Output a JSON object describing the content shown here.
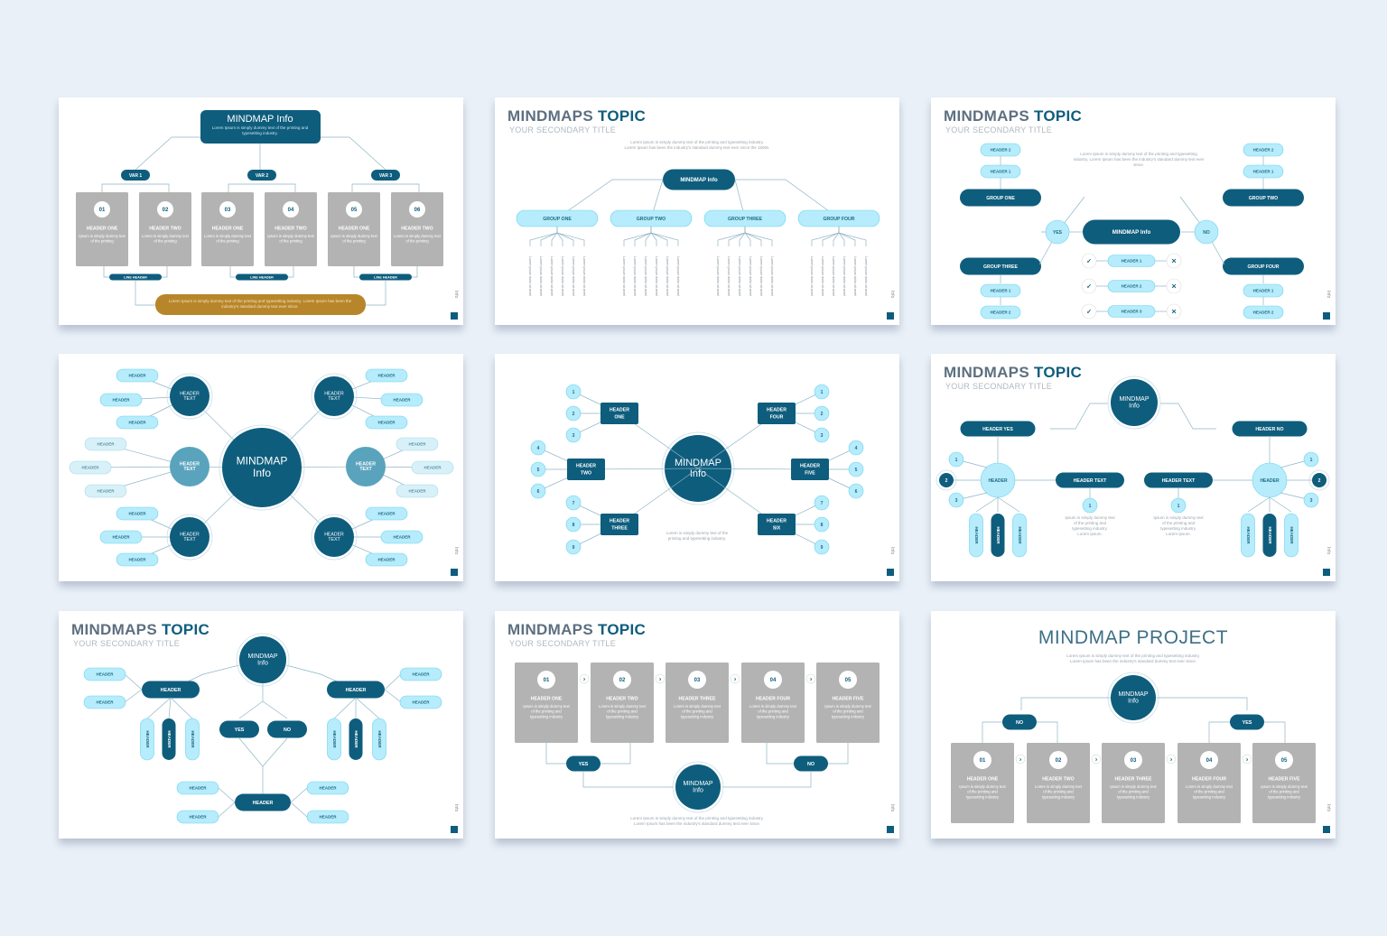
{
  "colors": {
    "dark": "#0e5d7d",
    "light": "#b6ecfb",
    "light_stroke": "#6cd3ef",
    "gray": "#b3b3b3",
    "gold": "#b8862a",
    "page_bg": "#e9f0f8"
  },
  "footer": {
    "page_label": "Info"
  },
  "slide1": {
    "title": "MINDMAP Info",
    "desc": "Lorem Ipsum is simply dummy text of the printing and typesetting industry.",
    "vars": [
      "VAR 1",
      "VAR 2",
      "VAR 3"
    ],
    "cards": [
      {
        "num": "01",
        "header": "HEADER ONE",
        "text": "Ipsum is simply dummy text of the printing"
      },
      {
        "num": "02",
        "header": "HEADER TWO",
        "text": "Lorem is simply dummy text of the printing"
      },
      {
        "num": "03",
        "header": "HEADER ONE",
        "text": "Lorem is simply dummy text of the printing"
      },
      {
        "num": "04",
        "header": "HEADER TWO",
        "text": "Ipsum is simply dummy text of the printing"
      },
      {
        "num": "05",
        "header": "HEADER ONE",
        "text": "Ipsum is simply dummy text of the printing"
      },
      {
        "num": "06",
        "header": "HEADER TWO",
        "text": "Lorem is simply dummy text of the printing"
      }
    ],
    "footer_labels": [
      "LINE HEADER",
      "LINE HEADER",
      "LINE HEADER"
    ],
    "gold_text": "Lorem Ipsum is simply dummy text of the printing and typesetting industry. Lorem Ipsum has been the industry's standard dummy text ever since."
  },
  "slide2": {
    "title_a": "MINDMAPS",
    "title_b": "TOPIC",
    "subtitle": "YOUR SECONDARY TITLE",
    "desc": "Lorem Ipsum is simply dummy text of the printing and typesetting industry. Lorem Ipsum has been the industry's standard dummy text ever since the 1500s.",
    "center": "MINDMAP Info",
    "groups": [
      "GROUP ONE",
      "GROUP TWO",
      "GROUP THREE",
      "GROUP FOUR"
    ],
    "leaf_text": "Lorem ipsum dolor sit amet"
  },
  "slide3": {
    "title_a": "MINDMAPS",
    "title_b": "TOPIC",
    "subtitle": "YOUR SECONDARY TITLE",
    "desc": "Lorem Ipsum is simply dummy text of the printing and typesetting industry. Lorem Ipsum has been the industry's standard dummy text ever since.",
    "center": "MINDMAP Info",
    "yes": "YES",
    "no": "NO",
    "left": {
      "h2": "HEADER 2",
      "h1": "HEADER 1",
      "group_one": "GROUP ONE",
      "group_three": "GROUP THREE",
      "h1b": "HEADER 1",
      "h2b": "HEADER 2"
    },
    "right": {
      "h2": "HEADER 2",
      "h1": "HEADER 1",
      "group_two": "GROUP TWO",
      "group_four": "GROUP FOUR",
      "h1b": "HEADER 1",
      "h2b": "HEADER 2"
    },
    "mid": [
      "HEADER 1",
      "HEADER 2",
      "HEADER 3"
    ]
  },
  "slide4": {
    "center": "MINDMAP Info",
    "hubs": [
      "HEADER TEXT",
      "HEADER TEXT",
      "HEADER TEXT",
      "HEADER TEXT",
      "HEADER TEXT",
      "HEADER TEXT"
    ],
    "leaf": "HEADER"
  },
  "slide5": {
    "center": "MINDMAP Info",
    "hubs": [
      "HEADER ONE",
      "HEADER TWO",
      "HEADER THREE",
      "HEADER FOUR",
      "HEADER FIVE",
      "HEADER SIX"
    ],
    "nums": [
      "1",
      "2",
      "3",
      "4",
      "5",
      "6",
      "7",
      "8",
      "9"
    ],
    "desc": "Lorem is simply dummy text of the printing and typesetting industry."
  },
  "slide6": {
    "title_a": "MINDMAPS",
    "title_b": "TOPIC",
    "subtitle": "YOUR SECONDARY TITLE",
    "center": "MINDMAP Info",
    "header_yes": "HEADER YES",
    "header_no": "HEADER NO",
    "header": "HEADER",
    "header_text": "HEADER TEXT",
    "nums": [
      "1",
      "2",
      "3"
    ],
    "desc": "Ipsum is simply dummy text of the printing and typesetting industry. Lorem Ipsum."
  },
  "slide7": {
    "title_a": "MINDMAPS",
    "title_b": "TOPIC",
    "subtitle": "YOUR SECONDARY TITLE",
    "center": "MINDMAP Info",
    "header": "HEADER",
    "yes": "YES",
    "no": "NO"
  },
  "slide8": {
    "title_a": "MINDMAPS",
    "title_b": "TOPIC",
    "subtitle": "YOUR SECONDARY TITLE",
    "cards": [
      {
        "num": "01",
        "header": "HEADER ONE",
        "text": "Ipsum is simply dummy text of the printing and typesetting industry"
      },
      {
        "num": "02",
        "header": "HEADER TWO",
        "text": "Lorem is simply dummy text of the printing and typesetting industry"
      },
      {
        "num": "03",
        "header": "HEADER THREE",
        "text": "Lorem is simply dummy text of the printing and typesetting industry"
      },
      {
        "num": "04",
        "header": "HEADER FOUR",
        "text": "Lorem is simply dummy text of the printing and typesetting industry"
      },
      {
        "num": "05",
        "header": "HEADER FIVE",
        "text": "Ipsum is simply dummy text of the printing and typesetting industry"
      }
    ],
    "yes": "YES",
    "no": "NO",
    "center": "MINDMAP Info",
    "desc": "Lorem Ipsum is simply dummy text of the printing and typesetting industry. Lorem Ipsum has been the industry's standard dummy text ever since."
  },
  "slide9": {
    "title": "MINDMAP PROJECT",
    "desc": "Lorem Ipsum is simply dummy text of the printing and typesetting industry. Lorem Ipsum has been the industry's standard dummy text ever since.",
    "center": "MINDMAP Info",
    "no": "NO",
    "yes": "YES",
    "cards": [
      {
        "num": "01",
        "header": "HEADER ONE",
        "text": "Ipsum is simply dummy text of the printing and typesetting industry"
      },
      {
        "num": "02",
        "header": "HEADER TWO",
        "text": "Lorem is simply dummy text of the printing and typesetting industry"
      },
      {
        "num": "03",
        "header": "HEADER THREE",
        "text": "Ipsum is simply dummy text of the printing and typesetting industry"
      },
      {
        "num": "04",
        "header": "HEADER FOUR",
        "text": "Lorem is simply dummy text of the printing and typesetting industry"
      },
      {
        "num": "05",
        "header": "HEADER FIVE",
        "text": "Ipsum is simply dummy text of the printing and typesetting industry"
      }
    ]
  }
}
